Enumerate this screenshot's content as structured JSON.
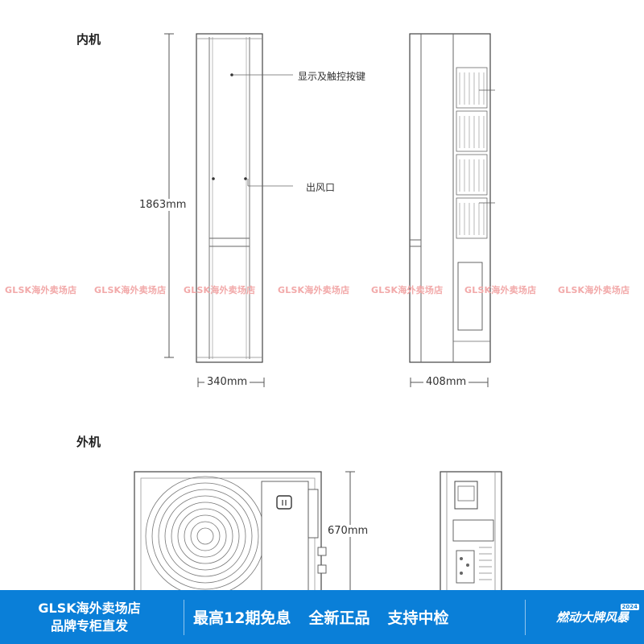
{
  "indoor": {
    "title": "内机",
    "height_label": "1863mm",
    "width_front_label": "340mm",
    "width_side_label": "408mm",
    "callouts": [
      "显示及触控按键",
      "出风口"
    ]
  },
  "outdoor": {
    "title": "外机",
    "height_label": "670mm"
  },
  "watermark": {
    "text": "GLSK海外卖场店",
    "count": 7
  },
  "banner": {
    "store_name": "GLSK海外卖场店",
    "store_sub": "品牌专柜直发",
    "slogans": [
      "最高12期免息",
      "全新正品",
      "支持中检"
    ],
    "brand": "燃动大牌风暴",
    "brand_badge": "2024",
    "bg_color": "#0a7fd8"
  }
}
